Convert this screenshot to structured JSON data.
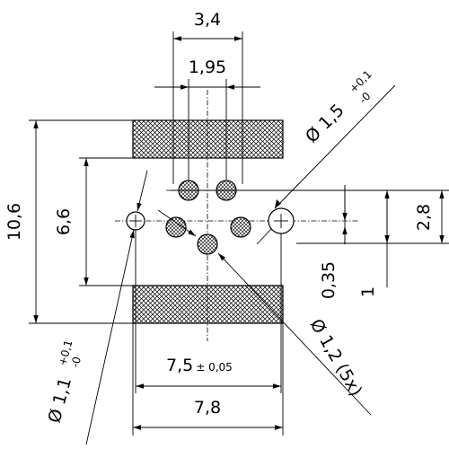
{
  "dimensions": {
    "width_top": "3,4",
    "pitch_top": "1,95",
    "height_total": "10,6",
    "height_inner": "6,6",
    "right_height": "2,8",
    "right_small": "0,35",
    "right_one": "1",
    "bottom_span": "7,5",
    "bottom_span_tol": "± 0,05",
    "bottom_width": "7,8",
    "hole_large": "Ø 1,5",
    "hole_large_tol_upper": "+0,1",
    "hole_large_tol_lower": "-0",
    "hole_small": "Ø 1,1",
    "hole_small_tol_upper": "+0,1",
    "hole_small_tol_lower": "-0",
    "hole_pins": "Ø 1,2 (5x)"
  }
}
